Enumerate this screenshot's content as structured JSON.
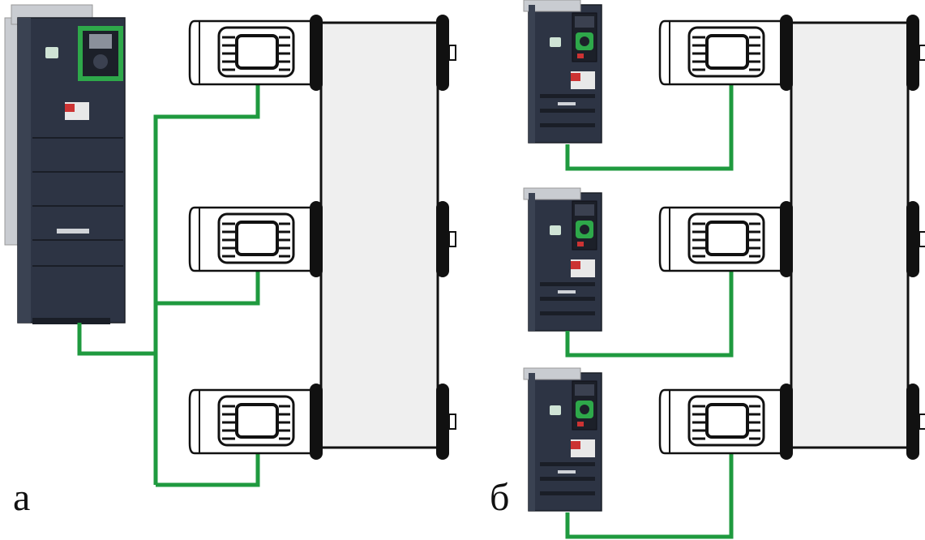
{
  "captions": {
    "a": "а",
    "b": "б"
  },
  "colors": {
    "cable": "#1f9a3f",
    "drive_body": "#2d3444",
    "drive_panel": "#3a4252",
    "drive_side": "#c9ccd1",
    "keypad_green": "#2ea84a",
    "motor_fill": "#ffffff",
    "outline": "#111111",
    "conveyor_fill": "#efefef"
  },
  "icons": {
    "drive": "variable-frequency-drive-icon",
    "motor": "electric-motor-icon",
    "conveyor": "conveyor-belt-icon"
  },
  "scheme_a": {
    "drives": 1,
    "motors": 3
  },
  "scheme_b": {
    "drives": 3,
    "motors": 3
  }
}
